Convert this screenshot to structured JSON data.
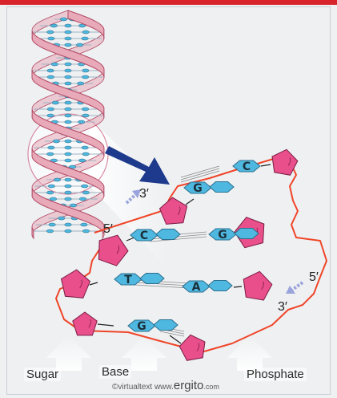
{
  "colors": {
    "background": "#eef0f2",
    "top_bar": "#d8232a",
    "strand_fill": "#e8a9b8",
    "strand_stroke": "#b24a65",
    "backbone_line": "#f04528",
    "sugar_fill": "#e94f8a",
    "base_fill": "#4fb8e0",
    "base_stroke": "#2b6f8e",
    "pointer_arrow": "#1e3a8c",
    "direction_arrow": "#9aa3dc"
  },
  "icons": {
    "zoom_arrow": "zoom-pointer-arrow-icon",
    "direction_arrow": "direction-arrow-icon",
    "label_pointer": "up-arrow-icon"
  },
  "ends": {
    "left_3": "3′",
    "left_5": "5′",
    "right_5": "5′",
    "right_3": "3′"
  },
  "bases": {
    "pair1_right": "C",
    "pair1_left": "G",
    "pair2_left": "C",
    "pair2_right": "G",
    "pair3_left": "T",
    "pair3_right": "A",
    "pair4_left": "G"
  },
  "labels": {
    "sugar": "Sugar",
    "base": "Base",
    "phosphate": "Phosphate"
  },
  "credit": {
    "prefix": "©virtualtext",
    "www": "www.",
    "brand": "ergito",
    "suffix": ".com"
  }
}
